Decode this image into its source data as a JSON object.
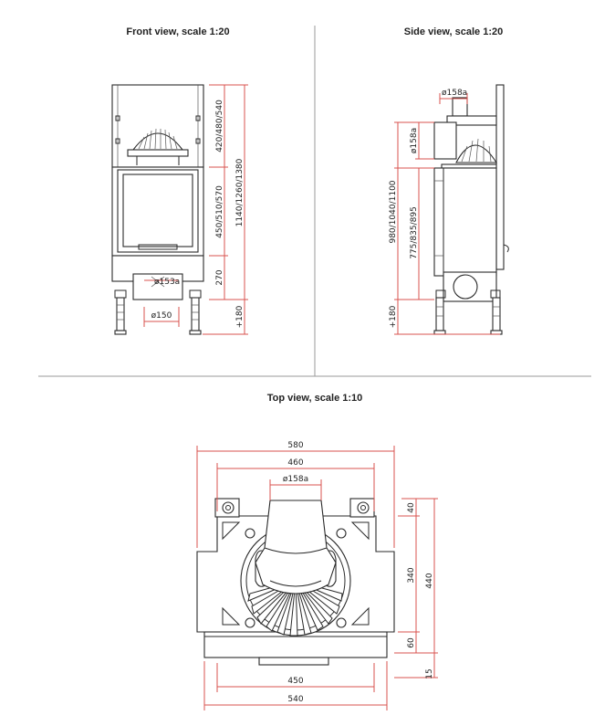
{
  "views": {
    "front": {
      "title": "Front view, scale 1:20"
    },
    "side": {
      "title": "Side view, scale 1:20"
    },
    "top": {
      "title": "Top view, scale 1:10"
    }
  },
  "dimensions": {
    "front": {
      "upper": "420/480/540",
      "door": "450/510/570",
      "overall": "1140/1260/1380",
      "base": "270",
      "legs": "+180",
      "flue": "ø153a",
      "air": "ø150"
    },
    "side": {
      "flue_top": "ø158a",
      "flue_side": "ø158a",
      "overall": "980/1040/1100",
      "body": "775/835/895",
      "legs": "+180"
    },
    "top": {
      "width_outer": "580",
      "width_inner": "460",
      "flue": "ø158a",
      "d40": "40",
      "d340": "340",
      "d440": "440",
      "d60": "60",
      "d15": "15",
      "width_450": "450",
      "width_540": "540"
    }
  },
  "colors": {
    "dimension": "#d9534f",
    "outline": "#2a2a2a",
    "separator": "#9a9a9a"
  }
}
